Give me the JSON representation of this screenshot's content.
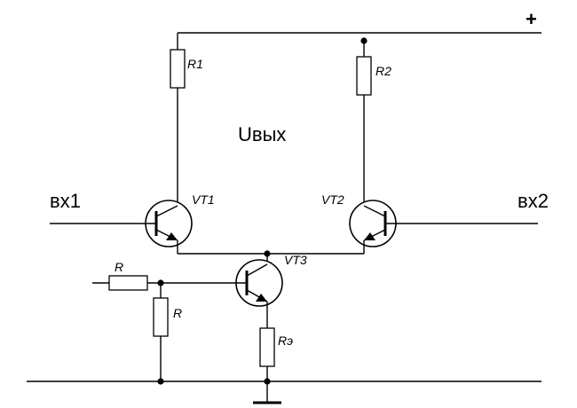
{
  "labels": {
    "plus": "+",
    "r1": "R1",
    "r2": "R2",
    "output": "Uвых",
    "in1": "вх1",
    "in2": "вх2",
    "vt1": "VT1",
    "vt2": "VT2",
    "vt3": "VT3",
    "r_series": "R",
    "r_shunt": "R",
    "re": "Rэ"
  }
}
